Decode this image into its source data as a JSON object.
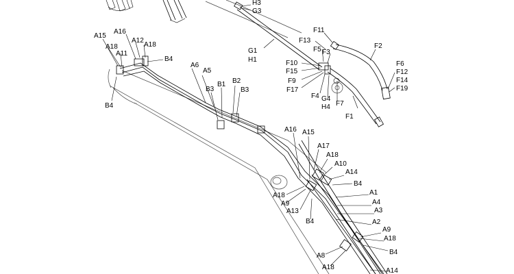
{
  "diagram": {
    "labels": {
      "H3": "H3",
      "G3": "G3",
      "G1": "G1",
      "H1": "H1",
      "F11": "F11",
      "F13": "F13",
      "F5": "F5",
      "F3": "F3",
      "F10": "F10",
      "F15": "F15",
      "F9": "F9",
      "F17": "F17",
      "F4": "F4",
      "G4": "G4",
      "H4": "H4",
      "F7": "F7",
      "F1": "F1",
      "F2": "F2",
      "F6": "F6",
      "F12": "F12",
      "F14": "F14",
      "F19": "F19",
      "A15_top": "A15",
      "A16_top": "A16",
      "A12": "A12",
      "A18_top": "A18",
      "A18_left": "A18",
      "A11": "A11",
      "B4_top": "B4",
      "B4_left": "B4",
      "A6": "A6",
      "A5": "A5",
      "B3_left": "B3",
      "B1": "B1",
      "B2": "B2",
      "B3_right": "B3",
      "A16_mid": "A16",
      "A15_mid": "A15",
      "A17": "A17",
      "A18_mid": "A18",
      "A10": "A10",
      "A14_mid": "A14",
      "B4_mid": "B4",
      "A1": "A1",
      "A4": "A4",
      "A3": "A3",
      "A2": "A2",
      "A18_low": "A18",
      "A9_low": "A9",
      "A13": "A13",
      "B4_low": "B4",
      "A9_right": "A9",
      "A18_right": "A18",
      "B4_right": "B4",
      "A8": "A8",
      "A18_bottom": "A18",
      "A14_bottom": "A14"
    }
  }
}
